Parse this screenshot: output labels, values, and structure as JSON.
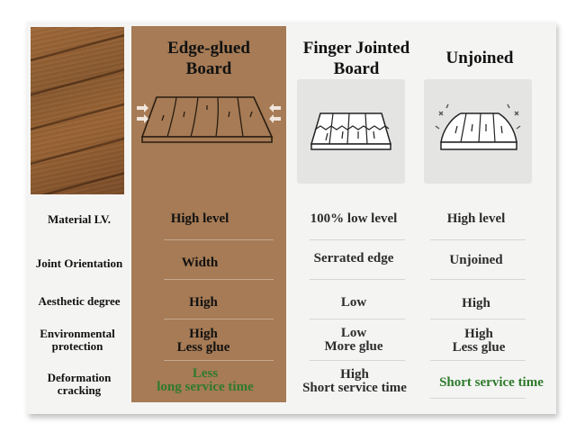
{
  "columns": {
    "edge_glued": "Edge-glued Board",
    "finger_jointed": "Finger Jointed Board",
    "unjoined": "Unjoined"
  },
  "rows": [
    {
      "label": "Material LV.",
      "edge_glued": "High level",
      "finger_jointed": "100%  low level",
      "unjoined": "High level"
    },
    {
      "label": "Joint Orientation",
      "edge_glued": "Width",
      "finger_jointed": "Serrated edge",
      "unjoined": "Unjoined"
    },
    {
      "label": "Aesthetic degree",
      "edge_glued": "High",
      "finger_jointed": "Low",
      "unjoined": "High"
    },
    {
      "label": "Environmental protection",
      "edge_glued": [
        "High",
        "Less glue"
      ],
      "finger_jointed": [
        "Low",
        "More glue"
      ],
      "unjoined": [
        "High",
        "Less glue"
      ]
    },
    {
      "label": "Deformation cracking",
      "edge_glued": [
        "Less",
        "long service time"
      ],
      "finger_jointed": [
        "High",
        "Short service time"
      ],
      "unjoined": "Short service time"
    }
  ],
  "colors": {
    "highlight": "#a67b55",
    "positive": "#2f7a2c"
  },
  "icons": [
    "wood-texture-image",
    "edge-glued-board-icon",
    "finger-jointed-board-icon",
    "unjoined-board-icon"
  ]
}
